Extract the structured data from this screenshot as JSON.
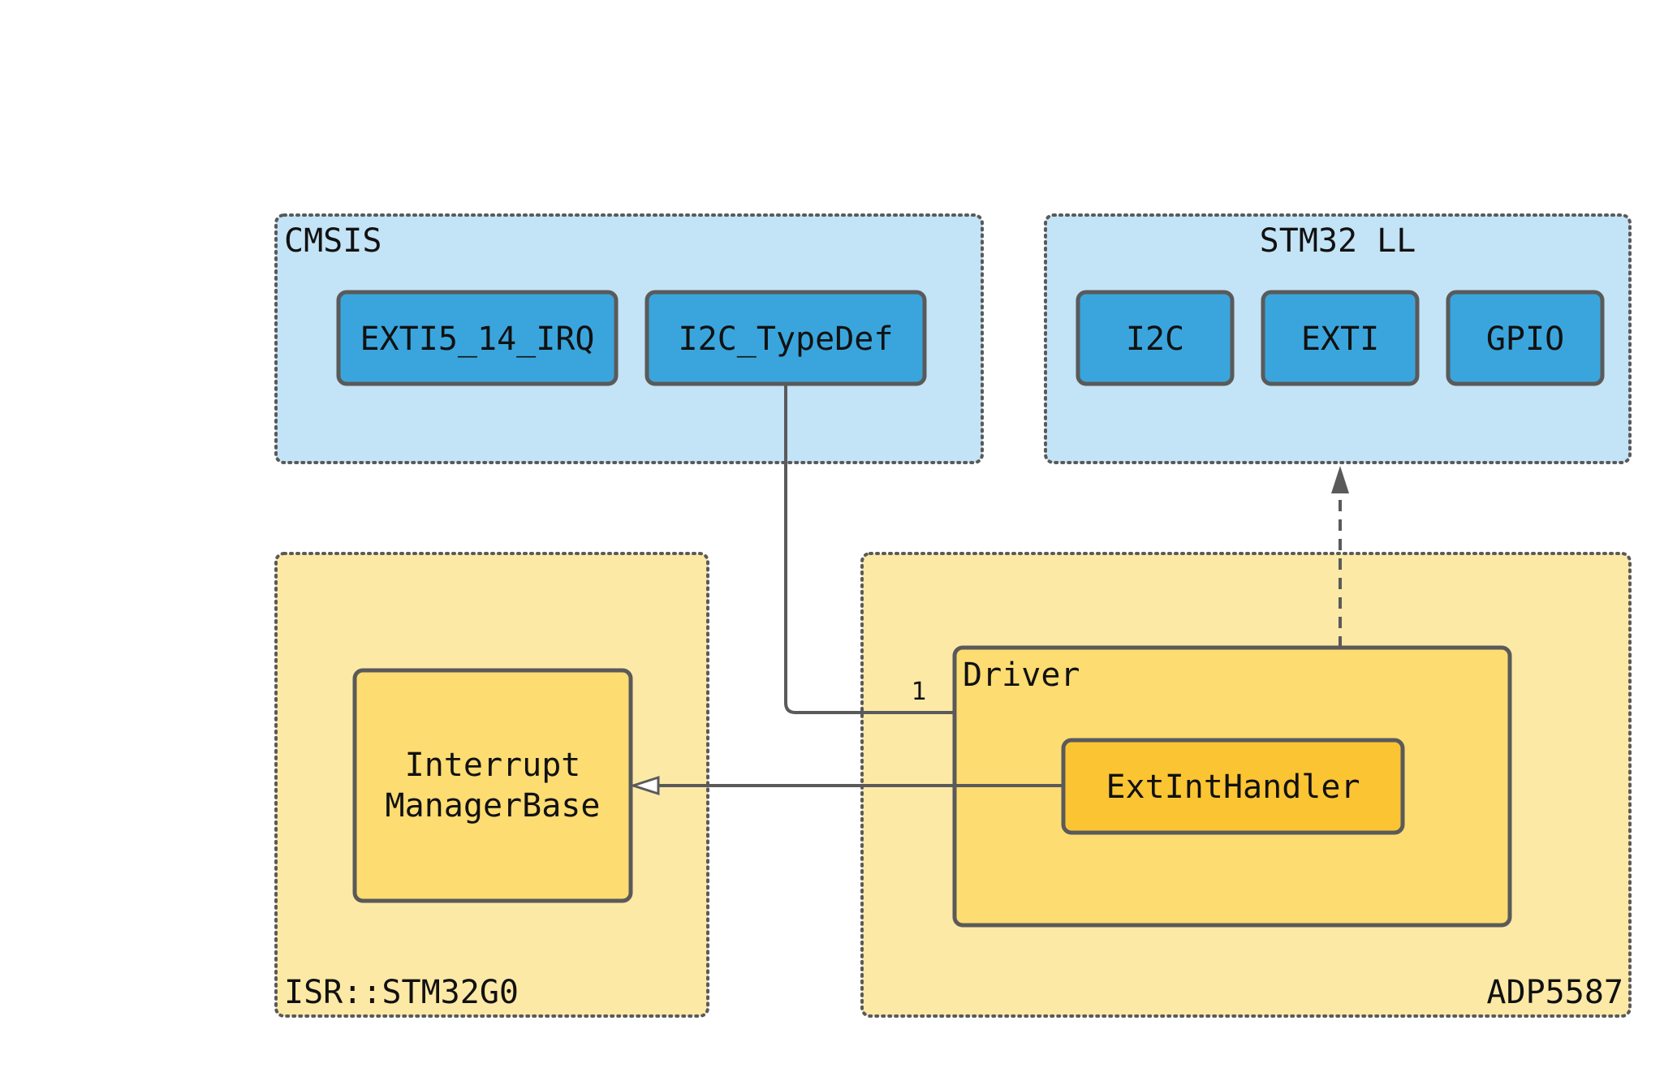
{
  "colors": {
    "blue_group": "#c3e3f6",
    "blue_box": "#3aa5dc",
    "yellow_group": "#fde9a6",
    "yellow_box": "#fddc72",
    "orange_box": "#fbc433",
    "stroke": "#5a5a5a",
    "text": "#111111"
  },
  "groups": {
    "cmsis": "CMSIS",
    "stm32ll": "STM32 LL",
    "isr": "ISR::STM32G0",
    "adp": "ADP5587"
  },
  "boxes": {
    "exti_irq": "EXTI5_14_IRQ",
    "i2c_typedef": "I2C_TypeDef",
    "ll_i2c": "I2C",
    "ll_exti": "EXTI",
    "ll_gpio": "GPIO",
    "interrupt_line1": "Interrupt",
    "interrupt_line2": "ManagerBase",
    "driver": "Driver",
    "ext_int_handler": "ExtIntHandler"
  },
  "edges": {
    "multiplicity": "1"
  }
}
